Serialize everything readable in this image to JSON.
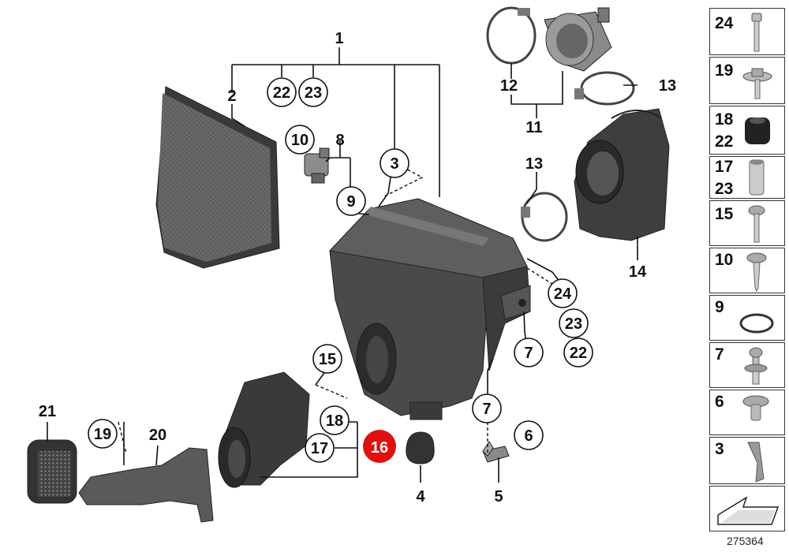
{
  "diagram": {
    "catalog_number": "275364",
    "labels": {
      "n1": "1",
      "n2": "2",
      "n3": "3",
      "n4": "4",
      "n5": "5",
      "n6": "6",
      "n7a": "7",
      "n7b": "7",
      "n8": "8",
      "n9": "9",
      "n10": "10",
      "n11": "11",
      "n12": "12",
      "n13a": "13",
      "n13b": "13",
      "n14": "14",
      "n15": "15",
      "n16": "16",
      "n17": "17",
      "n18": "18",
      "n19": "19",
      "n20": "20",
      "n21": "21",
      "n22a": "22",
      "n22b": "22",
      "n23a": "23",
      "n23b": "23",
      "n24": "24"
    },
    "highlight_color": "#e01010"
  },
  "sidebar": {
    "items": [
      {
        "nums": [
          "24"
        ],
        "icon": "bolt-icon"
      },
      {
        "nums": [
          "19"
        ],
        "icon": "flange-screw-icon"
      },
      {
        "nums": [
          "18",
          "22"
        ],
        "icon": "grommet-icon"
      },
      {
        "nums": [
          "17",
          "23"
        ],
        "icon": "sleeve-icon"
      },
      {
        "nums": [
          "15"
        ],
        "icon": "screw-icon"
      },
      {
        "nums": [
          "10"
        ],
        "icon": "screw-icon"
      },
      {
        "nums": [
          "9"
        ],
        "icon": "o-ring-icon"
      },
      {
        "nums": [
          "7"
        ],
        "icon": "ball-stud-icon"
      },
      {
        "nums": [
          "6"
        ],
        "icon": "expanding-rivet-icon"
      },
      {
        "nums": [
          "3"
        ],
        "icon": "clip-icon"
      }
    ]
  }
}
